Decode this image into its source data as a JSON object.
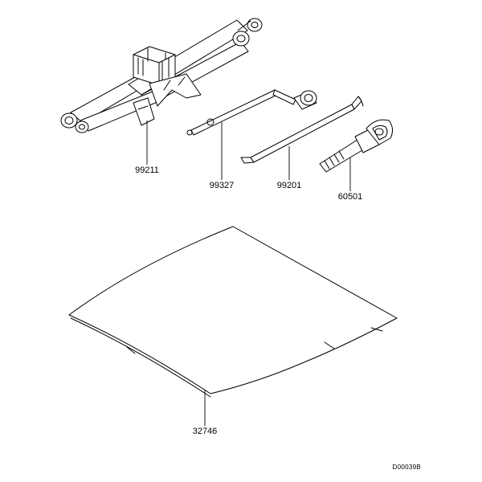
{
  "parts": [
    {
      "id": "jack",
      "label": "99211"
    },
    {
      "id": "jack-handle",
      "label": "99327"
    },
    {
      "id": "wheel-wrench",
      "label": "99201"
    },
    {
      "id": "eye-bolt",
      "label": "60501"
    },
    {
      "id": "tool-mat",
      "label": "32746"
    }
  ],
  "ref_code": "D00039B"
}
